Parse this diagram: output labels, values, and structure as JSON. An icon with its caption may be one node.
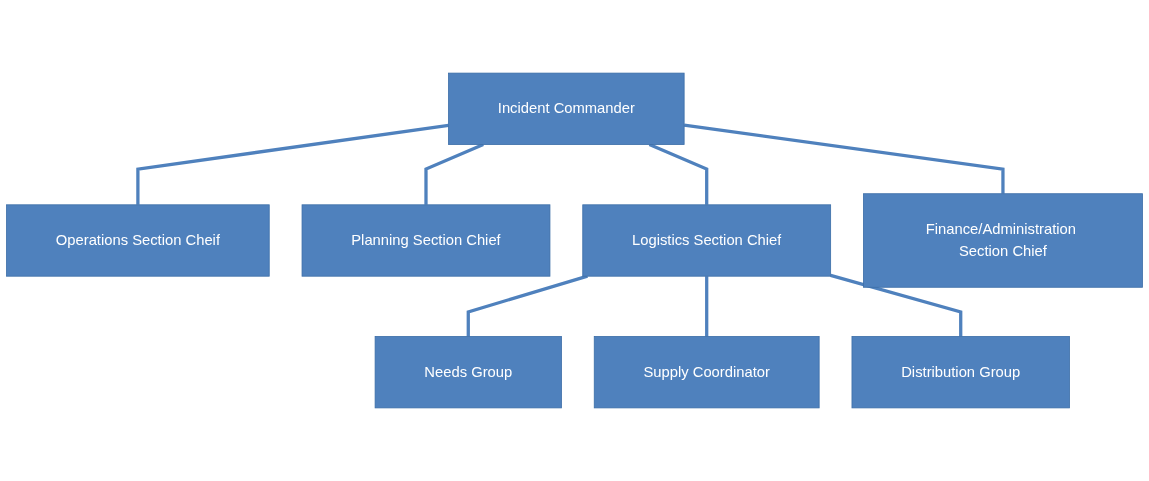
{
  "diagram": {
    "nodes": [
      {
        "text": [
          "Incident Commander"
        ]
      },
      {
        "text": [
          "Operations Section Cheif"
        ]
      },
      {
        "text": [
          "Planning Section Chief"
        ]
      },
      {
        "text": [
          "Logistics Section Chief"
        ]
      },
      {
        "text": [
          "Finance/Administration Section Chief"
        ]
      },
      {
        "text": [
          "Needs Group"
        ]
      },
      {
        "text": [
          "Supply Coordinator"
        ]
      },
      {
        "text": [
          "Distribution Group"
        ]
      }
    ],
    "edges": [
      {
        "from": 0,
        "to": 1,
        "arrow": "none"
      },
      {
        "from": 0,
        "to": 2,
        "arrow": "none"
      },
      {
        "from": 0,
        "to": 3,
        "arrow": "none"
      },
      {
        "from": 0,
        "to": 4,
        "arrow": "none"
      },
      {
        "from": 3,
        "to": 5,
        "arrow": "none"
      },
      {
        "from": 3,
        "to": 6,
        "arrow": "none"
      },
      {
        "from": 3,
        "to": 7,
        "arrow": "none"
      }
    ]
  }
}
